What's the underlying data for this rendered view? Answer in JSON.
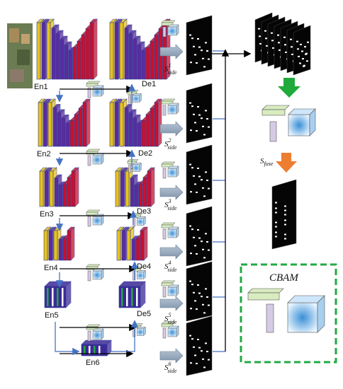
{
  "encoder_labels": [
    "En1",
    "En2",
    "En3",
    "En4",
    "En5",
    "En6"
  ],
  "decoder_labels": [
    "De1",
    "De2",
    "De3",
    "De4",
    "De5"
  ],
  "side_outputs": [
    {
      "base": "S",
      "sup": "1",
      "sub": "side"
    },
    {
      "base": "S",
      "sup": "2",
      "sub": "side"
    },
    {
      "base": "S",
      "sup": "3",
      "sub": "side"
    },
    {
      "base": "S",
      "sup": "4",
      "sub": "side"
    },
    {
      "base": "S",
      "sup": "5",
      "sub": "side"
    },
    {
      "base": "S",
      "sup": "6",
      "sub": "side"
    }
  ],
  "fuse": {
    "base": "S",
    "sub": "fuse"
  },
  "cbam_title": "CBAM",
  "colors": {
    "encoder_purple": "#5a2ca0",
    "encoder_yellow": "#e8c21a",
    "decoder_red": "#c8102e",
    "arrow_blue": "#4472c4",
    "cbam_border": "#22aa44",
    "green_arrow": "#1faa3c",
    "orange_arrow": "#ed7d31",
    "channel_light_green": "#d8ecc0",
    "channel_light_purple": "#d6cbe6",
    "spatial_blue": "#6fb6e8"
  }
}
